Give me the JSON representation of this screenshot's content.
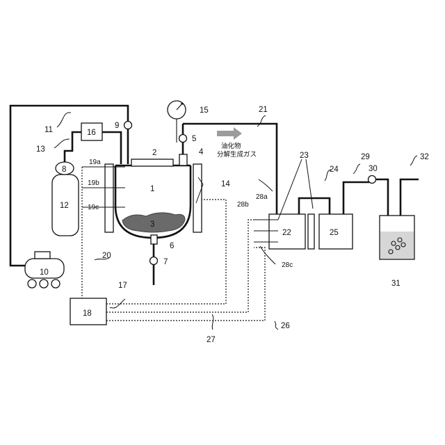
{
  "labels": {
    "n1": "1",
    "n2": "2",
    "n3": "3",
    "n4": "4",
    "n5": "5",
    "n6": "6",
    "n7": "7",
    "n8": "8",
    "n9": "9",
    "n10": "10",
    "n11": "11",
    "n12": "12",
    "n13": "13",
    "n14": "14",
    "n15": "15",
    "n16": "16",
    "n17": "17",
    "n18": "18",
    "n19a": "19a",
    "n19b": "19b",
    "n19c": "19c",
    "n20": "20",
    "n21": "21",
    "n22": "22",
    "n23": "23",
    "n24": "24",
    "n25": "25",
    "n26": "26",
    "n27": "27",
    "n28a": "28a",
    "n28b": "28b",
    "n28c": "28c",
    "n29": "29",
    "n30": "30",
    "n31": "31",
    "n32": "32"
  },
  "flow_note": {
    "line1": "油化物",
    "line2": "分解生成ガス"
  }
}
